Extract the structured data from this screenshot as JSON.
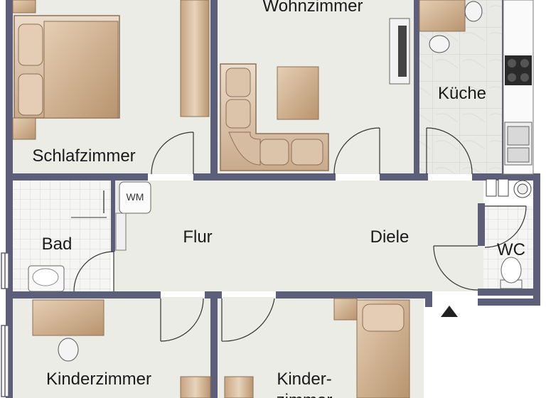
{
  "labels": {
    "wohnzimmer": "Wohnzimmer",
    "schlafzimmer": "Schlafzimmer",
    "kueche": "Küche",
    "bad": "Bad",
    "wm": "WM",
    "flur": "Flur",
    "diele": "Diele",
    "wc": "WC",
    "kinderzimmer": "Kinderzimmer",
    "kinder_2_line1": "Kinder-",
    "kinder_2_line2": "zimmer"
  },
  "colors": {
    "wall": "#5c5e7a",
    "floor": "#ececE6",
    "tile": "#f4f4f2",
    "furniture": "#d2b69a",
    "furniture_dark": "#a8866a"
  }
}
